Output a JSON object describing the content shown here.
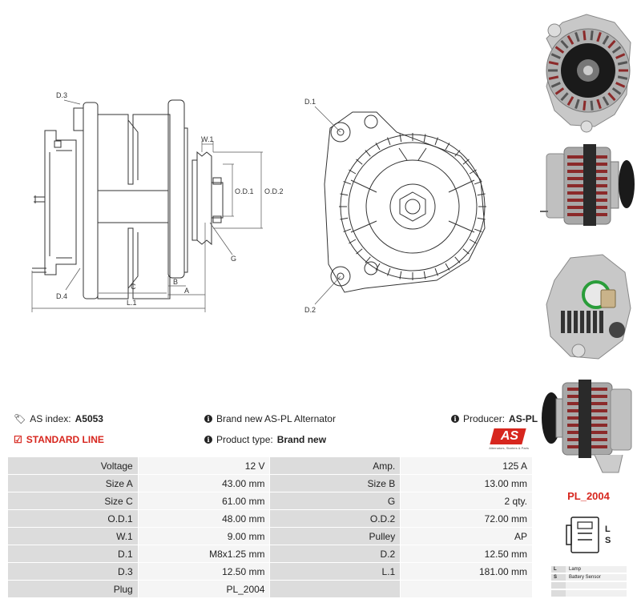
{
  "labels": {
    "d3": "D.3",
    "d4": "D.4",
    "w1": "W.1",
    "od1": "O.D.1",
    "od2": "O.D.2",
    "g": "G",
    "c": "C",
    "b": "B",
    "a": "A",
    "l1": "L.1",
    "d1": "D.1",
    "d2": "D.2"
  },
  "info": {
    "as_index_label": "AS index:",
    "as_index_value": "A5053",
    "line": "STANDARD LINE",
    "description": "Brand new AS-PL Alternator",
    "product_type_label": "Product type:",
    "product_type_value": "Brand new",
    "producer_label": "Producer:",
    "producer_value": "AS-PL",
    "logo_text": "AS",
    "logo_tagline": "Alternators, Starters & Parts"
  },
  "table": {
    "rows": [
      [
        "Voltage",
        "12 V",
        "Amp.",
        "125 A"
      ],
      [
        "Size A",
        "43.00 mm",
        "Size B",
        "13.00 mm"
      ],
      [
        "Size C",
        "61.00 mm",
        "G",
        "2 qty."
      ],
      [
        "O.D.1",
        "48.00 mm",
        "O.D.2",
        "72.00 mm"
      ],
      [
        "W.1",
        "9.00 mm",
        "Pulley",
        "AP"
      ],
      [
        "D.1",
        "M8x1.25 mm",
        "D.2",
        "12.50 mm"
      ],
      [
        "D.3",
        "12.50 mm",
        "L.1",
        "181.00 mm"
      ],
      [
        "Plug",
        "PL_2004",
        "",
        ""
      ]
    ]
  },
  "plug": {
    "code": "PL_2004",
    "terminal_l": "L",
    "terminal_s": "S",
    "legend": [
      {
        "key": "L",
        "value": "Lamp"
      },
      {
        "key": "S",
        "value": "Battery Sensor"
      },
      {
        "key": "",
        "value": ""
      },
      {
        "key": "",
        "value": ""
      }
    ]
  },
  "colors": {
    "accent": "#d7261e",
    "label_bg": "#dcdcdc",
    "value_bg": "#f5f5f5"
  }
}
